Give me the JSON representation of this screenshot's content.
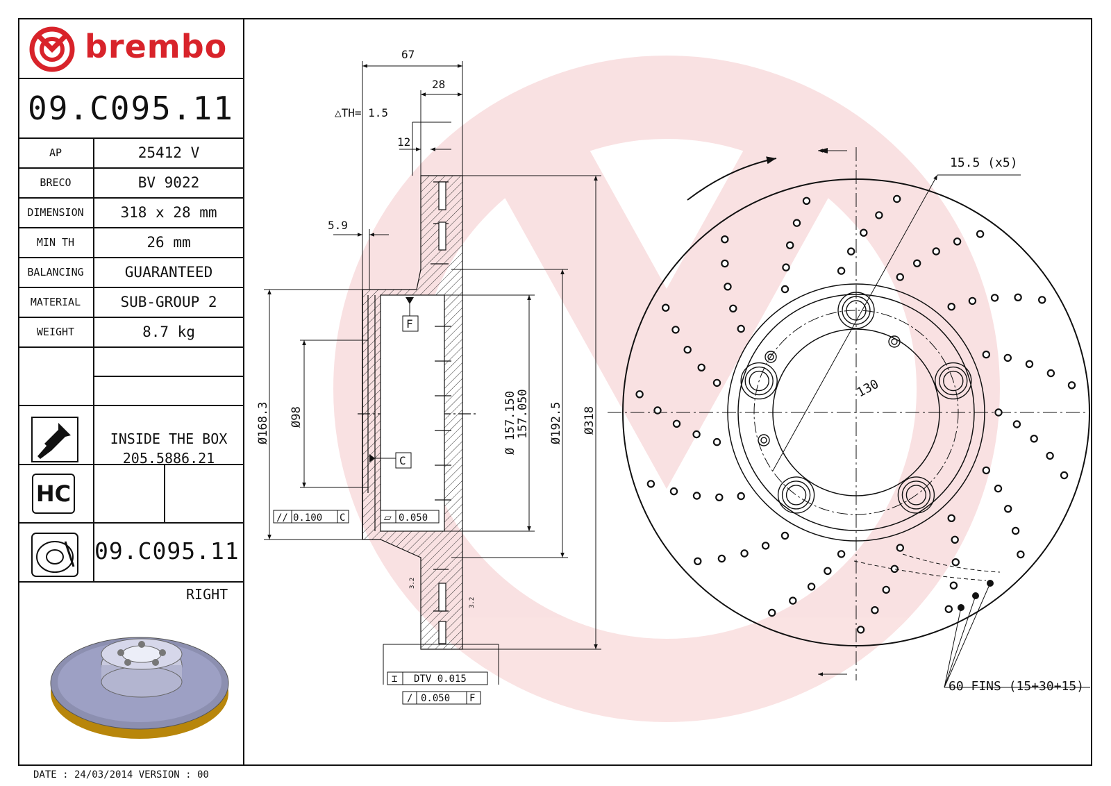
{
  "brand": {
    "name": "brembo",
    "color": "#d8232a"
  },
  "part_number": "09.C095.11",
  "specs": [
    {
      "key": "AP",
      "value": "25412 V"
    },
    {
      "key": "BRECO",
      "value": "BV 9022"
    },
    {
      "key": "DIMENSION",
      "value": "318 x 28 mm"
    },
    {
      "key": "MIN TH",
      "value": "26 mm"
    },
    {
      "key": "BALANCING",
      "value": "GUARANTEED"
    },
    {
      "key": "MATERIAL",
      "value": "SUB-GROUP 2"
    },
    {
      "key": "WEIGHT",
      "value": "8.7 kg"
    }
  ],
  "inside_box": {
    "line1": "INSIDE THE BOX",
    "line2": "205.5886.21",
    "icon": "screw-icon"
  },
  "hc_badge": "HC",
  "disc_code": "09.C095.11",
  "side": "RIGHT",
  "footer": "DATE : 24/03/2014 VERSION : 00",
  "dimensions": {
    "overall_height": "67",
    "thickness": "28",
    "th_tolerance": "△TH= 1.5",
    "flange": "12",
    "offset": "5.9",
    "hat_diameter": "Ø168.3",
    "center_bore": "Ø98",
    "inner_diameter_1": "Ø 157.150",
    "inner_diameter_2": "157.050",
    "friction_inner": "Ø192.5",
    "outer_diameter": "Ø318",
    "datum_f": "F",
    "datum_c": "C",
    "parallelism": "0.100",
    "parallelism_ref": "C",
    "flatness": "0.050",
    "dtv_label": "DTV 0.015",
    "runout": "0.050",
    "runout_ref": "F",
    "roughness_1": "3.2",
    "roughness_2": "3.2"
  },
  "front_view": {
    "bolt_hole": "15.5 (x5)",
    "pcd": "130",
    "fins": "60 FINS (15+30+15)"
  }
}
